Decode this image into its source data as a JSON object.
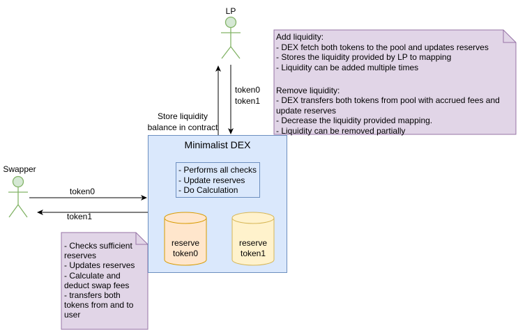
{
  "actors": {
    "lp": "LP",
    "swapper": "Swapper"
  },
  "dex": {
    "title": "Minimalist DEX",
    "checks": [
      "- Performs all checks",
      "- Update reserves",
      "- Do Calculation"
    ],
    "reserve0": [
      "reserve",
      "token0"
    ],
    "reserve1": [
      "reserve",
      "token1"
    ]
  },
  "flows": {
    "lp_up_label": [
      "Store liquidity",
      "balance in contract"
    ],
    "lp_down_label": [
      "token0",
      "token1"
    ],
    "swap_in_label": "token0",
    "swap_out_label": "token1"
  },
  "notes": {
    "liquidity": [
      "Add liquidity:",
      "- DEX fetch both tokens to the pool and updates reserves",
      "- Stores the liquidity provided by LP to mapping",
      "- Liquidity can be added multiple times",
      "",
      "Remove liquidity:",
      "- DEX transfers both tokens from pool with accrued fees and",
      "update reserves",
      "- Decrease the liquidity provided mapping.",
      "- Liquidity can be removed partially"
    ],
    "swap": [
      "- Checks sufficient",
      "reserves",
      "- Updates reserves",
      "- Calculate and",
      "deduct swap fees",
      "- transfers both",
      "tokens from and to",
      "user"
    ]
  },
  "colors": {
    "actor_fill": "#d5e8d4",
    "actor_stroke": "#82b366",
    "dex_fill": "#dae8fc",
    "dex_stroke": "#6c8ebf",
    "note_fill": "#e1d5e7",
    "note_stroke": "#9673a6",
    "cyl0_fill": "#ffe6cc",
    "cyl0_stroke": "#d79b00",
    "cyl1_fill": "#fff2cc",
    "cyl1_stroke": "#d6b656"
  }
}
